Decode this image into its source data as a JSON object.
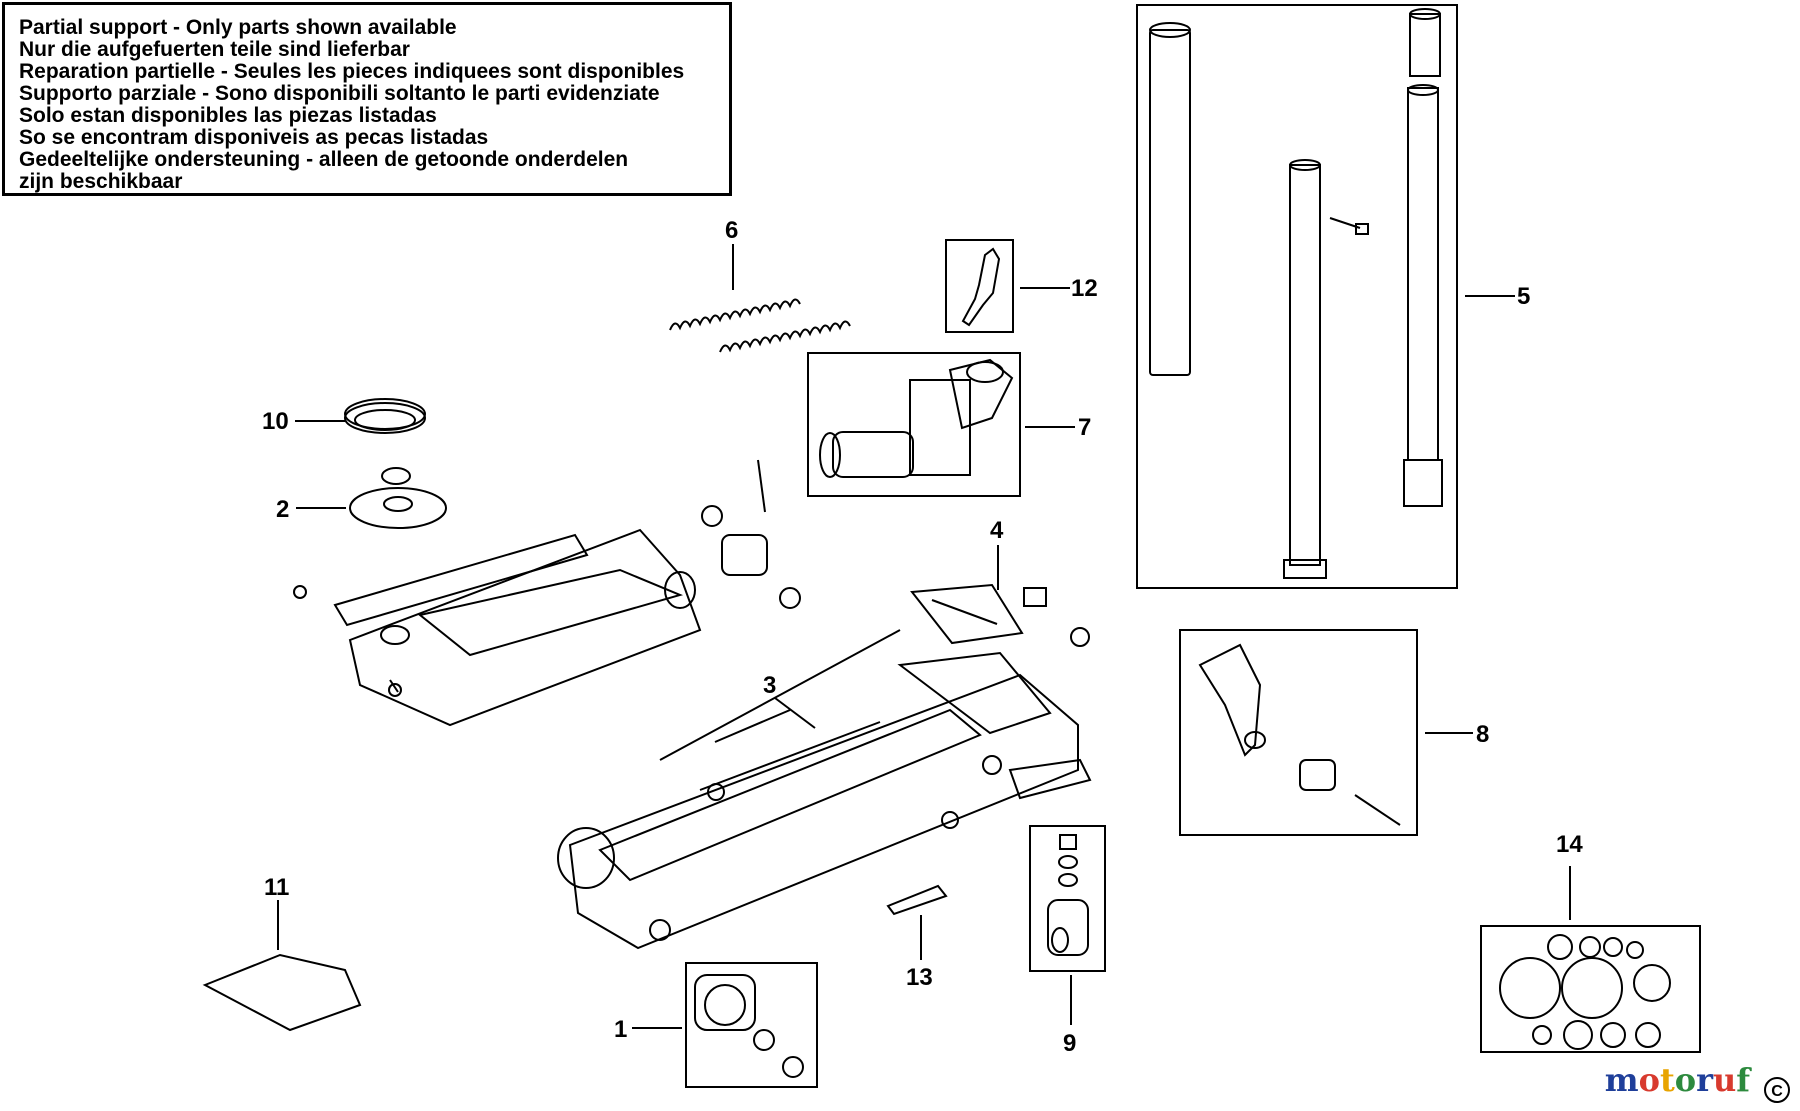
{
  "notice": {
    "lines": [
      "Partial support - Only parts shown available",
      "Nur die aufgefuerten teile sind lieferbar",
      "Reparation partielle - Seules les pieces indiquees sont disponibles",
      "Supporto parziale - Sono disponibili soltanto le parti evidenziate",
      "Solo estan disponibles las piezas listadas",
      "So se encontram disponiveis as pecas listadas",
      "Gedeeltelijke ondersteuning - alleen de getoonde onderdelen",
      "zijn beschikbaar"
    ]
  },
  "callouts": {
    "c1": "1",
    "c2": "2",
    "c3": "3",
    "c4": "4",
    "c5": "5",
    "c6": "6",
    "c7": "7",
    "c8": "8",
    "c9": "9",
    "c10": "10",
    "c11": "11",
    "c12": "12",
    "c13": "13",
    "c14": "14"
  },
  "brand": {
    "m": "m",
    "o1": "o",
    "t": "t",
    "o2": "o",
    "r": "r",
    "u": "u",
    "f": "f",
    "mark": "C"
  },
  "colors": {
    "line": "#000000",
    "brand_m": "#1f3f9a",
    "brand_o1": "#d83a2e",
    "brand_t": "#e8a400",
    "brand_o2": "#2d8a3e",
    "brand_r": "#1f3f9a",
    "brand_u": "#d83a2e",
    "brand_f": "#2d8a3e"
  }
}
